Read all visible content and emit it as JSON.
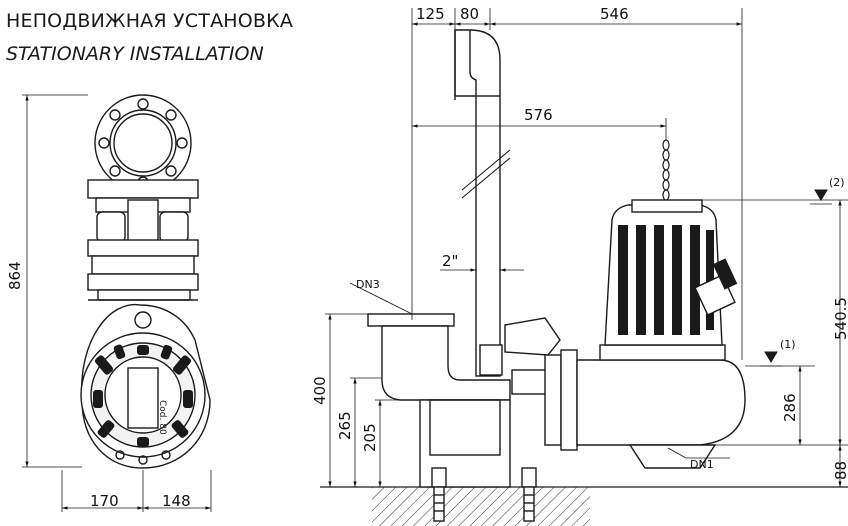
{
  "title": {
    "ru": "НЕПОДВИЖНАЯ УСТАНОВКА",
    "en": "STATIONARY INSTALLATION"
  },
  "dimensions": {
    "front_height": "864",
    "front_left_width": "170",
    "front_right_width": "148",
    "top_125": "125",
    "top_80": "80",
    "top_546": "546",
    "width_576": "576",
    "pipe_2in": "2\"",
    "h_400": "400",
    "h_265": "265",
    "h_205": "205",
    "h_286": "286",
    "h_88": "88",
    "h_540_5": "540.5"
  },
  "labels": {
    "dn3": "DN3",
    "dn1": "DN1",
    "level_1": "(1)",
    "level_2": "(2)"
  },
  "front_view": {
    "nameplate": "Cod. 80"
  }
}
